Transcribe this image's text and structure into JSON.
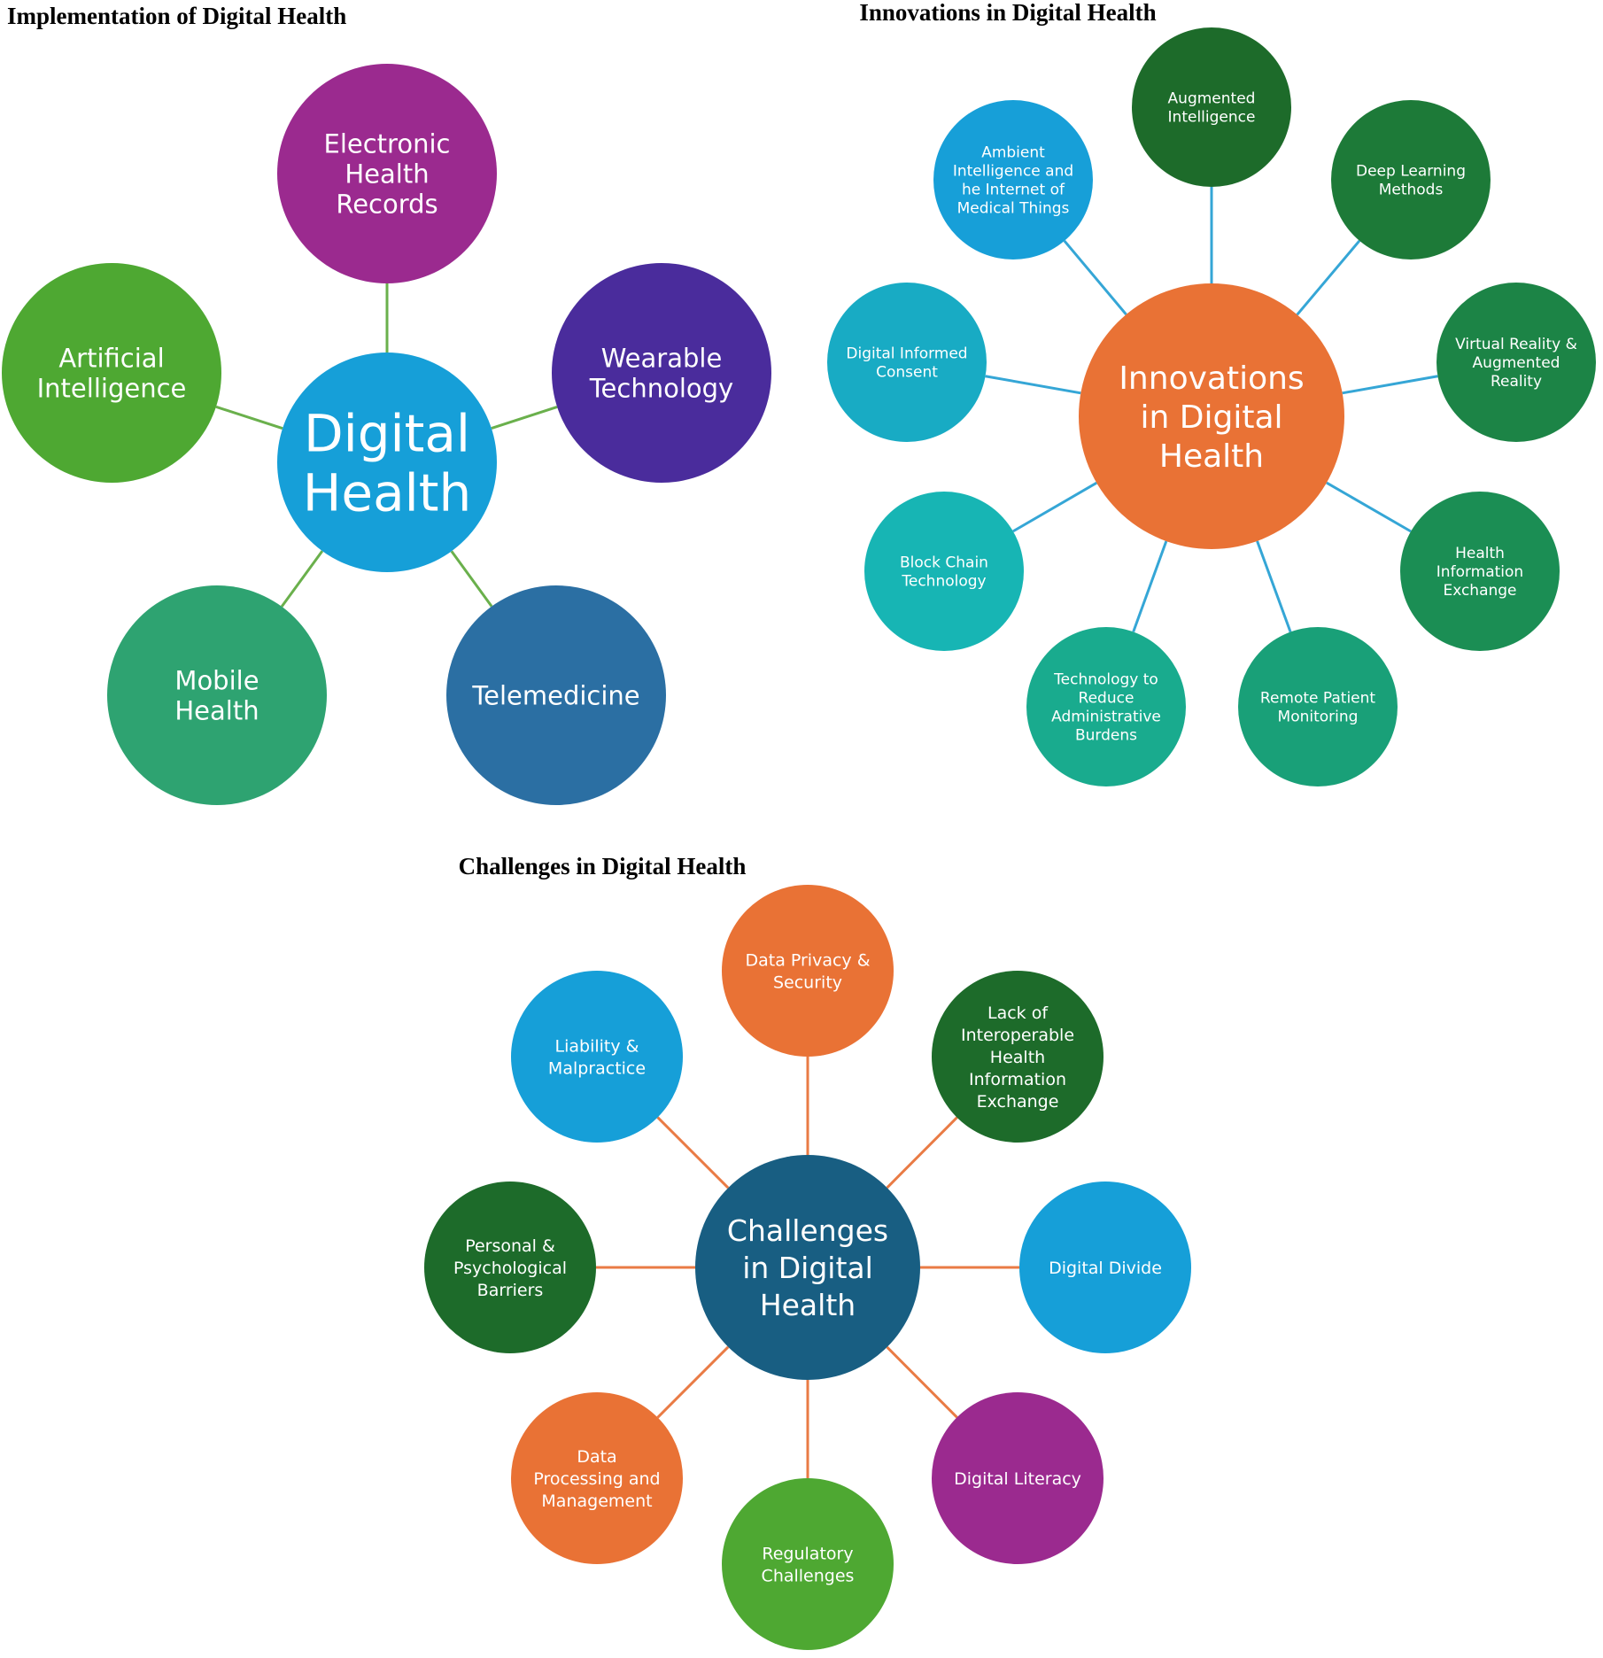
{
  "sections": [
    {
      "title": "Implementation of Digital Health",
      "center": {
        "label": "Digital Health",
        "lines": [
          "Digital",
          "Health"
        ],
        "color": "#169fd8"
      },
      "connector_color": "#6ab04c",
      "nodes": [
        {
          "label": "Electronic Health Records",
          "lines": [
            "Electronic",
            "Health",
            "Records"
          ],
          "color": "#9b2a8f"
        },
        {
          "label": "Wearable Technology",
          "lines": [
            "Wearable",
            "Technology"
          ],
          "color": "#4a2c9c"
        },
        {
          "label": "Telemedicine",
          "lines": [
            "Telemedicine"
          ],
          "color": "#2b6fa3"
        },
        {
          "label": "Mobile Health",
          "lines": [
            "Mobile",
            "Health"
          ],
          "color": "#2ea371"
        },
        {
          "label": "Artificial Intelligence",
          "lines": [
            "Artificial",
            "Intelligence"
          ],
          "color": "#4ea832"
        }
      ]
    },
    {
      "title": "Innovations in Digital Health",
      "center": {
        "label": "Innovations in Digital Health",
        "lines": [
          "Innovations",
          "in Digital",
          "Health"
        ],
        "color": "#e97235"
      },
      "connector_color": "#35a6d6",
      "nodes": [
        {
          "label": "Augmented Intelligence",
          "lines": [
            "Augmented",
            "Intelligence"
          ],
          "color": "#1d6b2a"
        },
        {
          "label": "Deep Learning Methods",
          "lines": [
            "Deep Learning",
            "Methods"
          ],
          "color": "#1d7a38"
        },
        {
          "label": "Virtual Reality & Augmented Reality",
          "lines": [
            "Virtual Reality &",
            "Augmented",
            "Reality"
          ],
          "color": "#1c8446"
        },
        {
          "label": "Health Information Exchange",
          "lines": [
            "Health",
            "Information",
            "Exchange"
          ],
          "color": "#1b8e54"
        },
        {
          "label": "Remote Patient Monitoring",
          "lines": [
            "Remote Patient",
            "Monitoring"
          ],
          "color": "#19a078"
        },
        {
          "label": "Technology to Reduce Administrative Burdens",
          "lines": [
            "Technology to",
            "Reduce",
            "Administrative",
            "Burdens"
          ],
          "color": "#19ab8e"
        },
        {
          "label": "Block Chain Technology",
          "lines": [
            "Block Chain",
            "Technology"
          ],
          "color": "#17b5b4"
        },
        {
          "label": "Digital Informed Consent",
          "lines": [
            "Digital Informed",
            "Consent"
          ],
          "color": "#18abc4"
        },
        {
          "label": "Ambient Intelligence and he Internet of Medical Things",
          "lines": [
            "Ambient",
            "Intelligence and",
            "he Internet of",
            "Medical Things"
          ],
          "color": "#179fd8"
        }
      ]
    },
    {
      "title": "Challenges in Digital Health",
      "center": {
        "label": "Challenges in Digital Health",
        "lines": [
          "Challenges",
          "in Digital",
          "Health"
        ],
        "color": "#185e82"
      },
      "connector_color": "#e97b45",
      "nodes": [
        {
          "label": "Data Privacy & Security",
          "lines": [
            "Data Privacy &",
            "Security"
          ],
          "color": "#e97235"
        },
        {
          "label": "Lack of Interoperable Health Information Exchange",
          "lines": [
            "Lack of",
            "Interoperable",
            "Health",
            "Information",
            "Exchange"
          ],
          "color": "#1d6b2a"
        },
        {
          "label": "Digital Divide",
          "lines": [
            "Digital Divide"
          ],
          "color": "#169fd8"
        },
        {
          "label": "Digital Literacy",
          "lines": [
            "Digital Literacy"
          ],
          "color": "#9b2a8f"
        },
        {
          "label": "Regulatory Challenges",
          "lines": [
            "Regulatory",
            "Challenges"
          ],
          "color": "#4ea832"
        },
        {
          "label": "Data Processing and Management",
          "lines": [
            "Data",
            "Processing and",
            "Management"
          ],
          "color": "#e97235"
        },
        {
          "label": "Personal & Psychological Barriers",
          "lines": [
            "Personal &",
            "Psychological",
            "Barriers"
          ],
          "color": "#1d6b2a"
        },
        {
          "label": "Liability & Malpractice",
          "lines": [
            "Liability &",
            "Malpractice"
          ],
          "color": "#169fd8"
        }
      ]
    }
  ]
}
